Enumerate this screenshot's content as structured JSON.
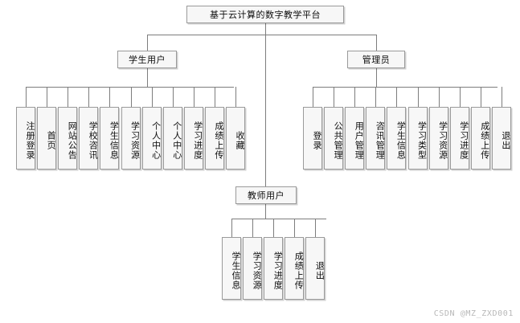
{
  "diagram": {
    "type": "hierarchical-tree",
    "root": {
      "label": "基于云计算的数字教学平台"
    },
    "level2": [
      {
        "label": "学生用户"
      },
      {
        "label": "管理员"
      },
      {
        "label": "教师用户"
      }
    ],
    "student_leaves": [
      {
        "label": "注册登录"
      },
      {
        "label": "首页"
      },
      {
        "label": "网站公告"
      },
      {
        "label": "学校咨讯"
      },
      {
        "label": "学生信息"
      },
      {
        "label": "学习资源"
      },
      {
        "label": "个人中心"
      },
      {
        "label": "个人中心"
      },
      {
        "label": "学习进度"
      },
      {
        "label": "成绩上传"
      },
      {
        "label": "收藏"
      }
    ],
    "admin_leaves": [
      {
        "label": "登录"
      },
      {
        "label": "公共管理"
      },
      {
        "label": "用户管理"
      },
      {
        "label": "咨讯管理"
      },
      {
        "label": "学生信息"
      },
      {
        "label": "学习类型"
      },
      {
        "label": "学习资源"
      },
      {
        "label": "学习进度"
      },
      {
        "label": "成绩上传"
      },
      {
        "label": "退出"
      }
    ],
    "teacher_leaves": [
      {
        "label": "学生信息"
      },
      {
        "label": "学习资源"
      },
      {
        "label": "学习进度"
      },
      {
        "label": "成绩上传"
      },
      {
        "label": "退出"
      }
    ]
  },
  "watermark": {
    "text": "CSDN @MZ_ZXD001"
  },
  "colors": {
    "box_fill": "#f7f7f7",
    "box_border": "#9a9a9a",
    "line": "#7d7d7d",
    "text": "#0b0b0b",
    "watermark": "#b8b8b8",
    "background": "#ffffff"
  }
}
